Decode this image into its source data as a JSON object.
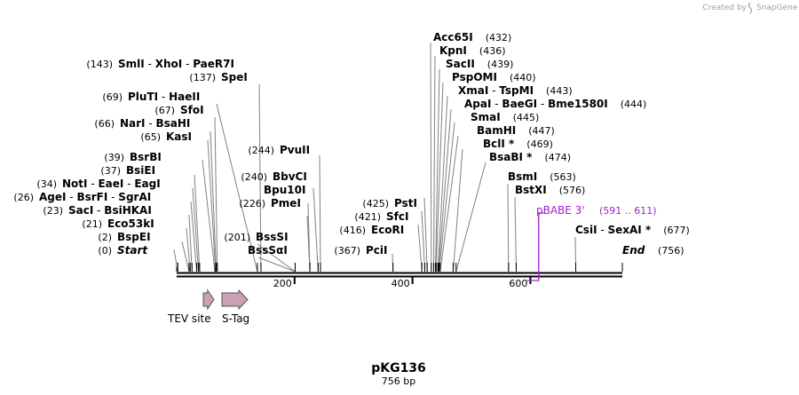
{
  "credit": {
    "text": "Created by",
    "brand": "SnapGene"
  },
  "plasmid": {
    "name": "pKG136",
    "length_label": "756 bp",
    "length": 756
  },
  "ruler": {
    "ticks": [
      "200",
      "400",
      "600"
    ]
  },
  "sites": [
    {
      "pos": "(0)",
      "names": [
        "Start"
      ],
      "italic": true
    },
    {
      "pos": "(2)",
      "names": [
        "BspEI"
      ]
    },
    {
      "pos": "(21)",
      "names": [
        "Eco53kI"
      ]
    },
    {
      "pos": "(23)",
      "names": [
        "SacI",
        "BsiHKAI"
      ]
    },
    {
      "pos": "(26)",
      "names": [
        "AgeI",
        "BsrFI",
        "SgrAI"
      ]
    },
    {
      "pos": "(34)",
      "names": [
        "NotI",
        "EaeI",
        "EagI"
      ]
    },
    {
      "pos": "(37)",
      "names": [
        "BsiEI"
      ]
    },
    {
      "pos": "(39)",
      "names": [
        "BsrBI"
      ]
    },
    {
      "pos": "(65)",
      "names": [
        "KasI"
      ]
    },
    {
      "pos": "(66)",
      "names": [
        "NarI",
        "BsaHI"
      ]
    },
    {
      "pos": "(67)",
      "names": [
        "SfoI"
      ]
    },
    {
      "pos": "(69)",
      "names": [
        "PluTI",
        "HaeII"
      ]
    },
    {
      "pos": "(137)",
      "names": [
        "SpeI"
      ]
    },
    {
      "pos": "(143)",
      "names": [
        "SmlI",
        "XhoI",
        "PaeR7I"
      ]
    },
    {
      "pos": "(201)",
      "names": [
        "BssSI"
      ]
    },
    {
      "pos": "",
      "names": [
        "BssSαI"
      ]
    },
    {
      "pos": "(226)",
      "names": [
        "PmeI"
      ]
    },
    {
      "pos": "",
      "names": [
        "Bpu10I"
      ]
    },
    {
      "pos": "(240)",
      "names": [
        "BbvCI"
      ]
    },
    {
      "pos": "(244)",
      "names": [
        "PvuII"
      ]
    },
    {
      "pos": "(367)",
      "names": [
        "PciI"
      ]
    },
    {
      "pos": "(416)",
      "names": [
        "EcoRI"
      ]
    },
    {
      "pos": "(421)",
      "names": [
        "SfcI"
      ]
    },
    {
      "pos": "(425)",
      "names": [
        "PstI"
      ]
    },
    {
      "pos": "(432)",
      "names": [
        "Acc65I"
      ]
    },
    {
      "pos": "(436)",
      "names": [
        "KpnI"
      ]
    },
    {
      "pos": "(439)",
      "names": [
        "SacII"
      ]
    },
    {
      "pos": "(440)",
      "names": [
        "PspOMI"
      ]
    },
    {
      "pos": "(443)",
      "names": [
        "XmaI",
        "TspMI"
      ]
    },
    {
      "pos": "(444)",
      "names": [
        "ApaI",
        "BaeGI",
        "Bme1580I"
      ]
    },
    {
      "pos": "(445)",
      "names": [
        "SmaI"
      ]
    },
    {
      "pos": "(447)",
      "names": [
        "BamHI"
      ]
    },
    {
      "pos": "(469)",
      "names": [
        "BclI *"
      ]
    },
    {
      "pos": "(474)",
      "names": [
        "BsaBI *"
      ]
    },
    {
      "pos": "(563)",
      "names": [
        "BsmI"
      ]
    },
    {
      "pos": "(576)",
      "names": [
        "BstXI"
      ]
    },
    {
      "pos": "(677)",
      "names": [
        "CsiI",
        "SexAI *"
      ]
    },
    {
      "pos": "(756)",
      "names": [
        "End"
      ],
      "italic": true
    }
  ],
  "primer": {
    "name": "pBABE 3'",
    "range": "(591 .. 611)",
    "color": "#a020d0"
  },
  "features": [
    {
      "name": "TEV site",
      "color": "#c9a0b4"
    },
    {
      "name": "S-Tag",
      "color": "#c9a0b4"
    }
  ]
}
